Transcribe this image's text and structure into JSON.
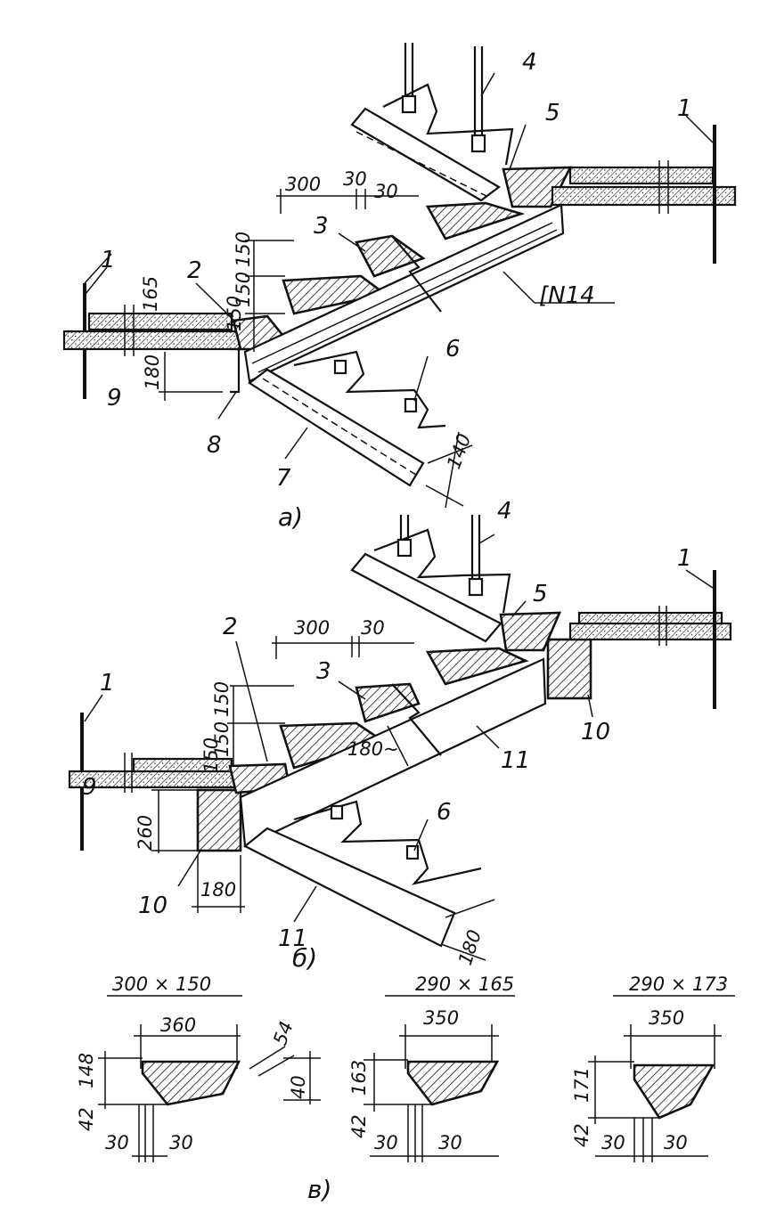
{
  "figure_a": {
    "caption": "a)",
    "labels": {
      "wall_left": "1",
      "wall_right": "1",
      "landing_step": "2",
      "step": "3",
      "handrail_post": "4",
      "top_step": "5",
      "lower_post": "6",
      "stringer": "7",
      "bracket": "8",
      "slab": "9"
    },
    "profile": "[N14",
    "dims": {
      "tread": "300",
      "gap1": "30",
      "gap2": "30",
      "riser1": "150",
      "riser2": "150",
      "riser3": "150",
      "floor": "165",
      "beam": "180",
      "stringer_depth": "140"
    }
  },
  "figure_b": {
    "caption": "б)",
    "labels": {
      "wall_left": "1",
      "wall_right": "1",
      "landing_step": "2",
      "step": "3",
      "handrail_post": "4",
      "top_step": "5",
      "lower_post": "6",
      "slab": "9",
      "beam_left": "10",
      "beam_right": "10",
      "stringer_upper": "11",
      "stringer_lower": "11"
    },
    "dims": {
      "tread": "300",
      "gap": "30",
      "riser1": "150",
      "riser2": "150",
      "riser3": "150",
      "beam_height": "260",
      "beam_width": "180",
      "stringer_depth_upper": "180~",
      "stringer_depth_lower": "180"
    }
  },
  "figure_c": {
    "caption": "в)",
    "sections": [
      {
        "title": "300 × 150",
        "width": "360",
        "height": "148",
        "bottom": "42",
        "left_gap": "30",
        "right_gap": "30",
        "side": "40",
        "chamfer": "54"
      },
      {
        "title": "290 × 165",
        "width": "350",
        "height": "163",
        "bottom": "42",
        "left_gap": "30",
        "right_gap": "30"
      },
      {
        "title": "290 × 173",
        "width": "350",
        "height": "171",
        "bottom": "42",
        "left_gap": "30",
        "right_gap": "30"
      }
    ]
  }
}
